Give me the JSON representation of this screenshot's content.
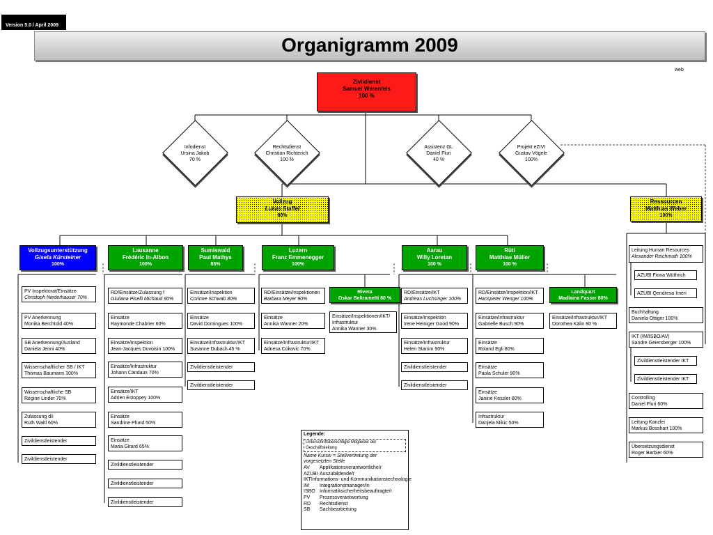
{
  "header": {
    "version": "Version 5.0 / April 2009",
    "title": "Organigramm 2009",
    "web": "web"
  },
  "top": {
    "name1": "Zivildienst",
    "name2": "Samuel Werenfels",
    "pct": "100 %"
  },
  "staff": [
    {
      "l1": "Infodienst",
      "l2": "Ursina Jakob",
      "l3": "70 %"
    },
    {
      "l1": "Rechtsdienst",
      "l2": "Christian Richterich",
      "l3": "100 %"
    },
    {
      "l1": "Assistenz GL",
      "l2": "Daniel Fluri",
      "l3": "40 %"
    },
    {
      "l1": "Projekt eZIVI",
      "l2": "Gustav Vögele",
      "l3": "100%"
    }
  ],
  "vollzug": {
    "name1": "Vollzug",
    "name2": "Lukas Staffel",
    "pct": "80%"
  },
  "ressourcen": {
    "name1": "Ressourcen",
    "name2": "Matthias Weber",
    "pct": "100%"
  },
  "units": [
    {
      "name1": "Vollzugsunterstützung",
      "name2": "Gisela Kürsteiner",
      "pct": "100%"
    },
    {
      "name1": "Lausanne",
      "name2": "Frédéric In-Albon",
      "pct": "100%"
    },
    {
      "name1": "Sumiswald",
      "name2": "Paul Mathys",
      "pct": "85%"
    },
    {
      "name1": "Luzern",
      "name2": "Franz Emmenegger",
      "pct": "100%"
    },
    {
      "name1": "Aarau",
      "name2": "Willy Loretan",
      "pct": "100 %"
    },
    {
      "name1": "Rüti",
      "name2": "Matthias Müller",
      "pct": "100 %"
    }
  ],
  "vu_items": [
    {
      "l1": "PV Inspektorat/Einsätze",
      "l2": "Christoph Niederhauser 70%",
      "it": true
    },
    {
      "l1": "PV Anerkennung",
      "l2": "Monika Berchtold 40%"
    },
    {
      "l1": "SB Anerkennung/Ausland",
      "l2": "Daniela Jenni 40%"
    },
    {
      "l1": "Wissenschaftlicher SB / IKT",
      "l2": "Thomas Baumann 100%"
    },
    {
      "l1": "Wissenschaftliche SB",
      "l2": "Régine Linder 70%"
    },
    {
      "l1": "Zulassung d/i",
      "l2": "Ruth Waltl 60%"
    },
    {
      "l1": "Zivildienstleistender",
      "l2": ""
    },
    {
      "l1": "Zivildienstleistender",
      "l2": ""
    }
  ],
  "lausanne_items": [
    {
      "l1": "RD/Einsätze/Zulassung f",
      "l2": "Giuliana Piselli Michaud 90%",
      "it": true
    },
    {
      "l1": "Einsätze",
      "l2": "Raymonde Chabrier 60%"
    },
    {
      "l1": "Einsätze/Inspektion",
      "l2": "Jean-Jacques Duvoisin 100%"
    },
    {
      "l1": "Einsätze/Infrastruktur",
      "l2": "Johann Candaux 70%"
    },
    {
      "l1": "Einsätze/IKT",
      "l2": "Adrien Estoppey 100%"
    },
    {
      "l1": "Einsätze",
      "l2": "Sandrine Pfund 50%"
    },
    {
      "l1": "Einsätze",
      "l2": "Maria Girard 65%"
    },
    {
      "l1": "Zivildienstleistender",
      "l2": ""
    },
    {
      "l1": "Zivildienstleistender",
      "l2": ""
    },
    {
      "l1": "Zivildienstleistender",
      "l2": ""
    }
  ],
  "sumiswald_items": [
    {
      "l1": "Einsätze/Inspektion",
      "l2": "Corinne Schwab 80%",
      "it": true
    },
    {
      "l1": "Einsätze",
      "l2": "David Domingues 100%"
    },
    {
      "l1": "Einsätze/Infrastruktur/IKT",
      "l2": "Susanne Dubach 45 %"
    },
    {
      "l1": "Zivildienstleistender",
      "l2": ""
    },
    {
      "l1": "Zivildienstleistender",
      "l2": ""
    }
  ],
  "luzern_items": [
    {
      "l1": "RD/Einsätze/Inspektionen",
      "l2": "Barbara Meyer 90%",
      "it": true
    },
    {
      "l1": "Einsätze",
      "l2": "Annika Wanner 20%"
    },
    {
      "l1": "Einsätze/Infrastruktur/IKT",
      "l2": "Adnesa Cokovic 70%"
    }
  ],
  "rivera": {
    "name": "Rivera",
    "person": "Oskar Beltrametti 80 %"
  },
  "rivera_item": {
    "l1": "Einsätze/Inspektionen/IKT/",
    "l2": "Infrastruktur",
    "l3": "Annika Wanner 30%"
  },
  "aarau_items": [
    {
      "l1": "RD/Einsätze/IKT",
      "l2": "Andreas Luchsinger 100%",
      "it": true
    },
    {
      "l1": "Einsätze/Inspektion",
      "l2": "Irene Heiniger Good 90%"
    },
    {
      "l1": "Einsätze/Infrastruktur",
      "l2": "Helen Stamm 90%"
    },
    {
      "l1": "Zivildienstleistender",
      "l2": ""
    },
    {
      "l1": "Zivildienstleistender",
      "l2": ""
    }
  ],
  "rueti_items": [
    {
      "l1": "RD/Einsätze/Inspektion/IKT",
      "l2": "Hanspeter Wenger 100%",
      "it": true
    },
    {
      "l1": "Einsätze/Infrastruktur",
      "l2": "Gabrielle Busch 90%"
    },
    {
      "l1": "Einsätze",
      "l2": "Roland Egli 80%"
    },
    {
      "l1": "Einsätze",
      "l2": "Paola Schuler 90%"
    },
    {
      "l1": "Einsätze",
      "l2": "Janine Kessler 80%"
    },
    {
      "l1": "Infrastruktur",
      "l2": "Danjela Mikic 50%"
    }
  ],
  "landquart": {
    "name": "Landquart",
    "person": "Madlaina Fasser 80%"
  },
  "landquart_item": {
    "l1": "Einsätze/Infrastruktur/IKT",
    "l2": "Dorothea Kälin 80 %"
  },
  "res_items": {
    "hr": {
      "l1": "Leitung Human Resources",
      "l2": "Alexander Reichmuth 100%"
    },
    "azubi1": "AZUBI Fiona Wüthrich",
    "azubi2": "AZUBI Qendresa Imeri",
    "buch": {
      "l1": "Buchhaltung",
      "l2": "Daniela Ottiger 100%"
    },
    "ikt": {
      "l1": "IKT (IM/ISBO/AV)",
      "l2": "Sandre Geiersberger 100%"
    },
    "zdl1": "Zivildienstleistender IKT",
    "zdl2": "Zivildienstleistender IKT",
    "ctrl": {
      "l1": "Controlling",
      "l2": "Daniel Fluri 60%"
    },
    "kanzlei": {
      "l1": "Leitung Kanzlei",
      "l2": "Markus Bosshart 100%"
    },
    "uebers": {
      "l1": "Übersetzungsdienst",
      "l2": "Roger Barbier 60%"
    }
  },
  "legend": {
    "title": "Legende:",
    "dashed": "Unterschriftsberechtigte Mitglieder der Geschäftsleitung",
    "italic": "Name Kursiv = Stellvertretung der vorgesetzten Stelle",
    "rows": [
      {
        "k": "AV",
        "v": "Applikationsverantwortliche/r"
      },
      {
        "k": "AZUBI",
        "v": "Auszubildende/r"
      },
      {
        "k": "IKT",
        "v": "Informations- und Kommunikationstechnologie"
      },
      {
        "k": "IM",
        "v": "Integrationsmanager/in"
      },
      {
        "k": "ISBO",
        "v": "Informatiksicherheitsbeauftragte/r"
      },
      {
        "k": "PV",
        "v": "Prozessverantwortung"
      },
      {
        "k": "RD",
        "v": "Rechtsdienst"
      },
      {
        "k": "SB",
        "v": "Sachbearbeitung"
      }
    ]
  }
}
